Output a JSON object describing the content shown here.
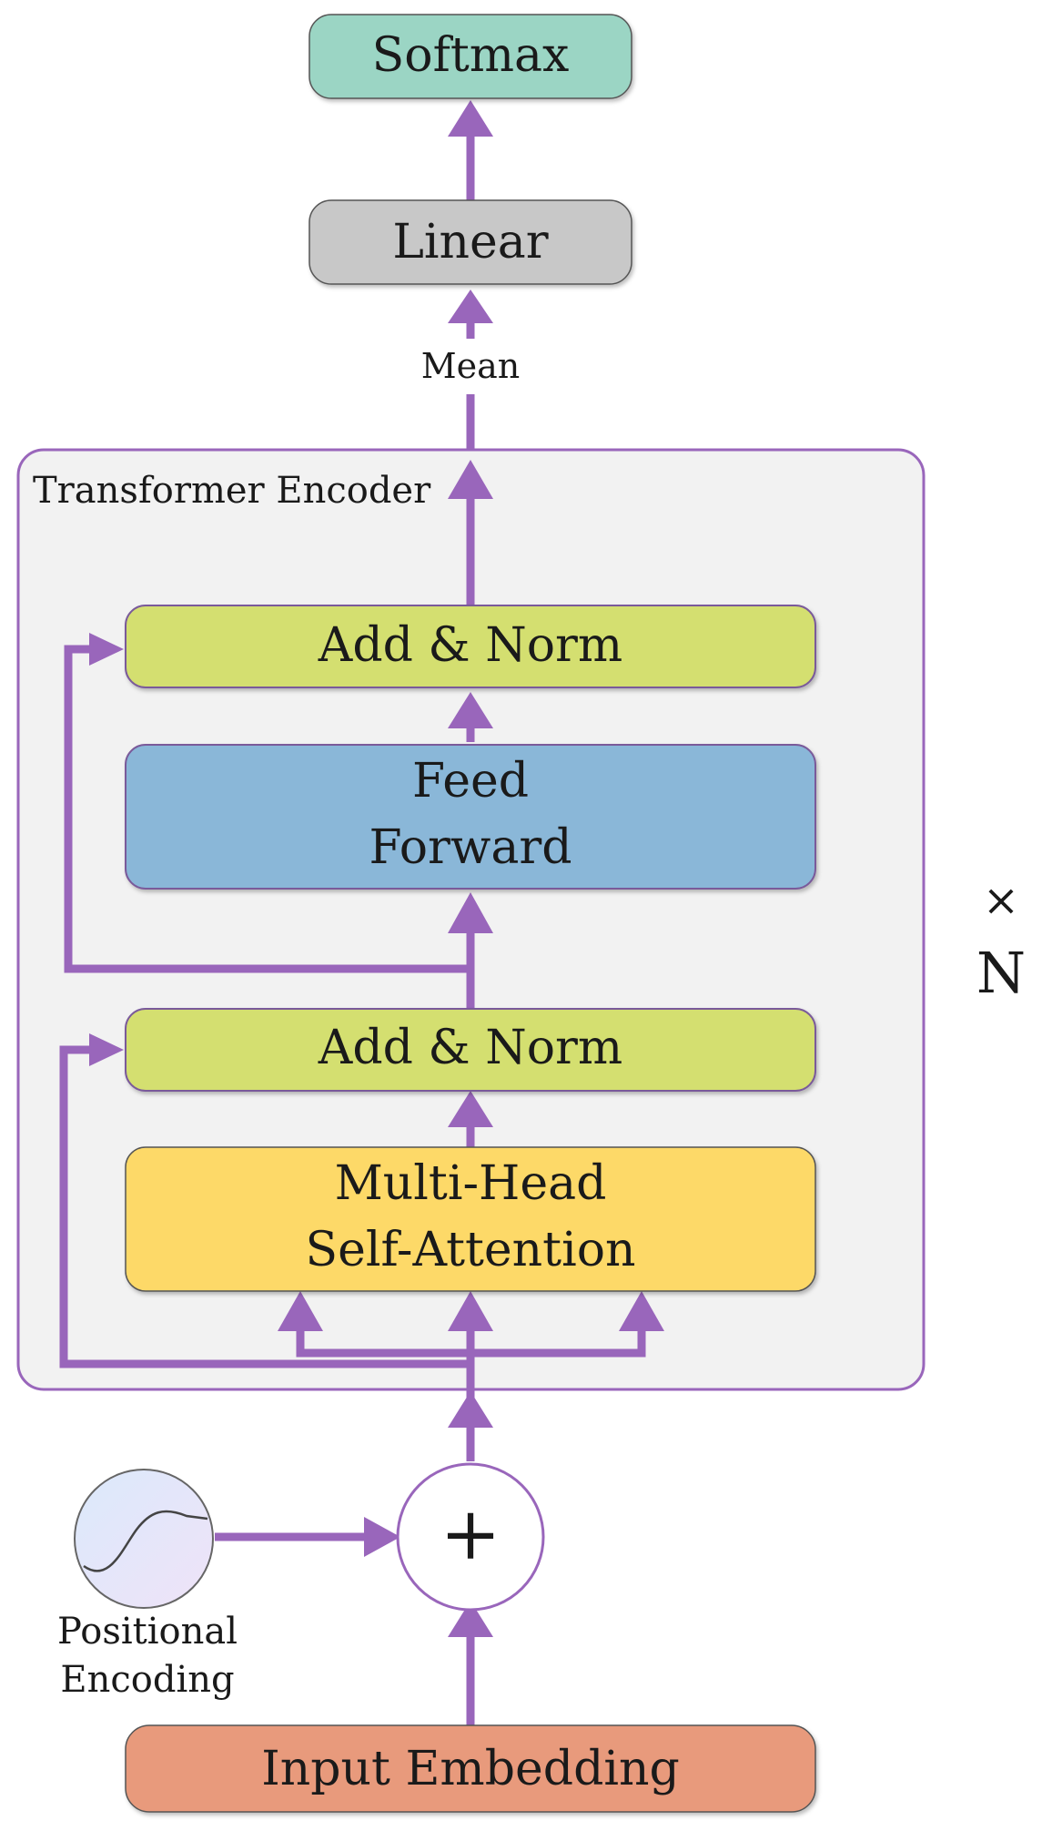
{
  "diagram": {
    "softmax": {
      "label": "Softmax",
      "color": "#9bd5c4"
    },
    "linear": {
      "label": "Linear",
      "color": "#c8c8c8"
    },
    "mean": {
      "label": "Mean"
    },
    "encoder": {
      "title": "Transformer Encoder",
      "background": "#f2f2f2",
      "border": "#9966bb",
      "add_norm_top": {
        "label": "Add & Norm",
        "color": "#d4df70"
      },
      "feed_forward": {
        "line1": "Feed",
        "line2": "Forward",
        "color": "#8ab7d8"
      },
      "add_norm_bottom": {
        "label": "Add & Norm",
        "color": "#d4df70"
      },
      "attention": {
        "line1": "Multi-Head",
        "line2": "Self-Attention",
        "color": "#fdd967"
      }
    },
    "repeat": {
      "times": "×",
      "n": "N"
    },
    "adder": {
      "symbol": "+"
    },
    "positional_encoding": {
      "line1": "Positional",
      "line2": "Encoding"
    },
    "input_embedding": {
      "label": "Input Embedding",
      "color": "#e89a7c"
    },
    "arrow_color": "#9966bb"
  }
}
